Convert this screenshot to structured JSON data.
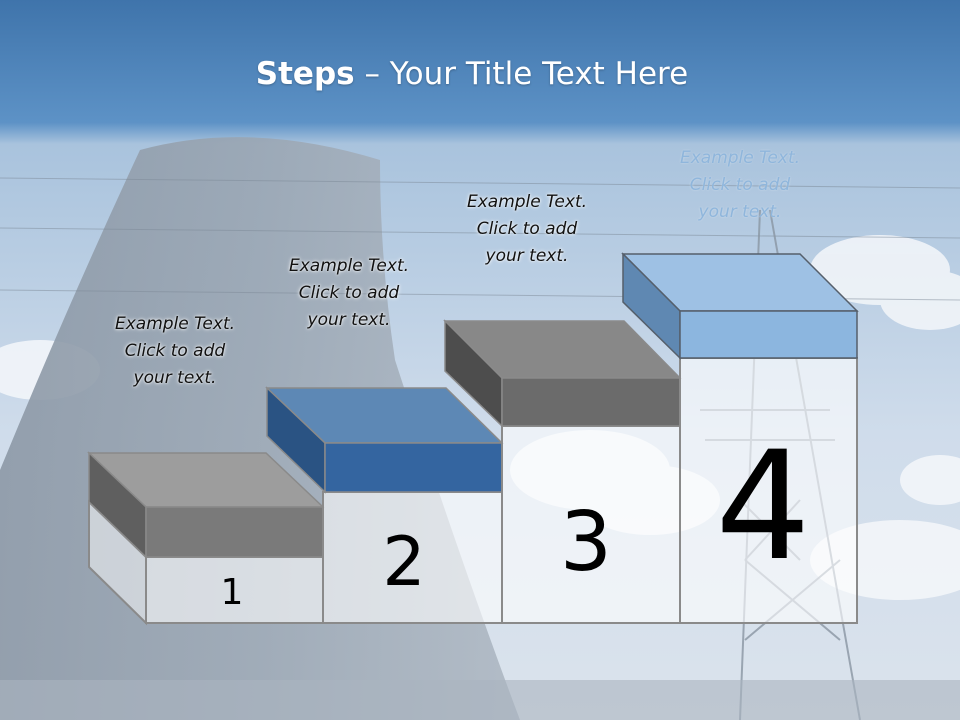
{
  "slide": {
    "title_bold": "Steps",
    "title_rest": " – Your Title Text Here"
  },
  "steps": [
    {
      "number": "1",
      "caption": [
        "Example Text.",
        "Click  to add",
        "your text."
      ],
      "lid_color": "#7a7a7a"
    },
    {
      "number": "2",
      "caption": [
        "Example Text.",
        "Click  to add",
        "your text."
      ],
      "lid_color": "#3a6ea5"
    },
    {
      "number": "3",
      "caption": [
        "Example Text.",
        "Click  to add",
        "your text."
      ],
      "lid_color": "#6b6b6b"
    },
    {
      "number": "4",
      "caption": [
        "Example Text.",
        "Click  to add",
        "your text."
      ],
      "lid_color": "#8fb8e0"
    }
  ],
  "colors": {
    "sky_top": "#4a7fb5",
    "sky_bottom": "#dfe8f0",
    "outline": "#8a8a8a"
  }
}
